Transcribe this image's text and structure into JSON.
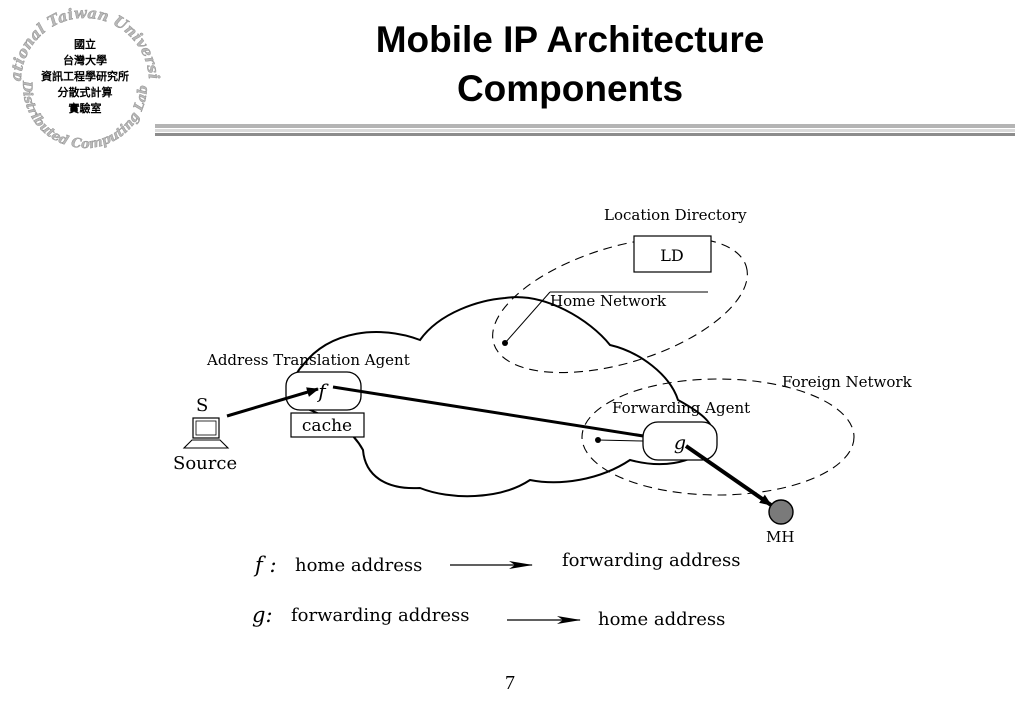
{
  "slide": {
    "title_line1": "Mobile IP Architecture",
    "title_line2": "Components",
    "page_number": "7",
    "logo": {
      "center_lines": [
        "國立",
        "台灣大學",
        "資訊工程學研究所",
        "分散式計算",
        "實驗室"
      ],
      "ring_top": "National Taiwan University",
      "ring_bottom": "Distributed Computing Lab."
    },
    "rule_colors": [
      "#b4b4b4",
      "#dadada",
      "#8c8c8c"
    ]
  },
  "diagram": {
    "labels": {
      "location_directory": "Location Directory",
      "ld_box": "LD",
      "home_network": "Home Network",
      "address_translation_agent": "Address Translation Agent",
      "f_symbol": "f",
      "cache": "cache",
      "s_label": "S",
      "source": "Source",
      "foreign_network": "Foreign Network",
      "forwarding_agent": "Forwarding Agent",
      "g_symbol": "g",
      "mh": "MH"
    },
    "mh_color": "#7a7a7a"
  },
  "legend": {
    "f": {
      "symbol": "f :",
      "from": "home address",
      "to": "forwarding address"
    },
    "g": {
      "symbol": "g:",
      "from": "forwarding address",
      "to": "home address"
    }
  }
}
